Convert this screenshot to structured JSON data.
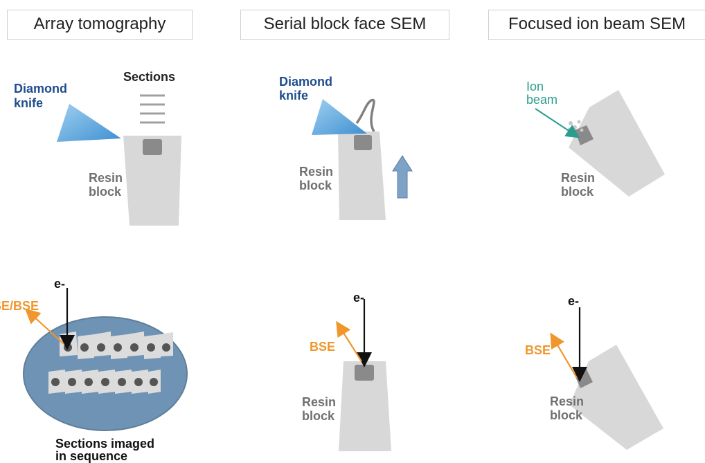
{
  "colors": {
    "knife_blue": "#5aa8df",
    "label_blue": "#1f4e8c",
    "label_gray": "#707070",
    "block_gray": "#d8d8d8",
    "face_gray": "#8a8a8a",
    "orange": "#f0962c",
    "teal": "#2a9d8f",
    "slide_blue": "#6f93b4",
    "section_gray": "#dcdcdc",
    "arrow_blue": "#7ea1c6"
  },
  "columns": {
    "array": {
      "title": "Array tomography",
      "knife_label_1": "Diamond",
      "knife_label_2": "knife",
      "sections_label": "Sections",
      "block_label_1": "Resin",
      "block_label_2": "block",
      "beam_label": "e-",
      "signal_label": "SE/BSE",
      "caption_1": "Sections imaged",
      "caption_2": "in sequence"
    },
    "sbf": {
      "title": "Serial block face SEM",
      "knife_label_1": "Diamond",
      "knife_label_2": "knife",
      "block_label_1": "Resin",
      "block_label_2": "block",
      "beam_label": "e-",
      "signal_label": "BSE",
      "block_label_bottom_1": "Resin",
      "block_label_bottom_2": "block"
    },
    "fib": {
      "title": "Focused ion beam SEM",
      "ion_label_1": "Ion",
      "ion_label_2": "beam",
      "block_label_1": "Resin",
      "block_label_2": "block",
      "beam_label": "e-",
      "signal_label": "BSE",
      "block_label_bottom_1": "Resin",
      "block_label_bottom_2": "block"
    }
  }
}
